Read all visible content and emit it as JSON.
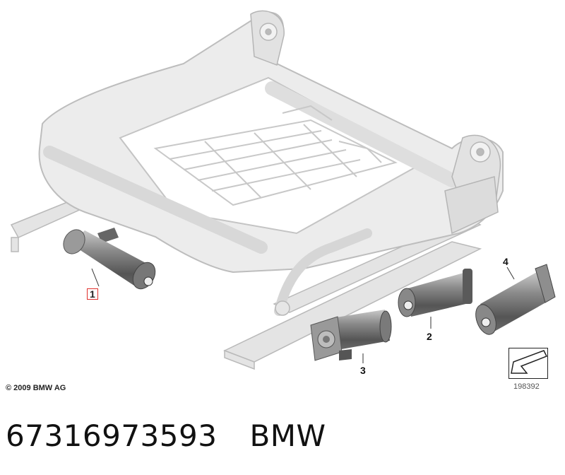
{
  "diagram": {
    "callouts": [
      "1",
      "2",
      "3",
      "4"
    ],
    "highlighted_callout": "1",
    "highlight_color": "#e0302c",
    "copyright": "© 2009 BMW AG",
    "reference_number": "198392",
    "reference_icon": "arrow-pointer-icon"
  },
  "caption": {
    "part_number": "67316973593",
    "brand": "BMW"
  }
}
